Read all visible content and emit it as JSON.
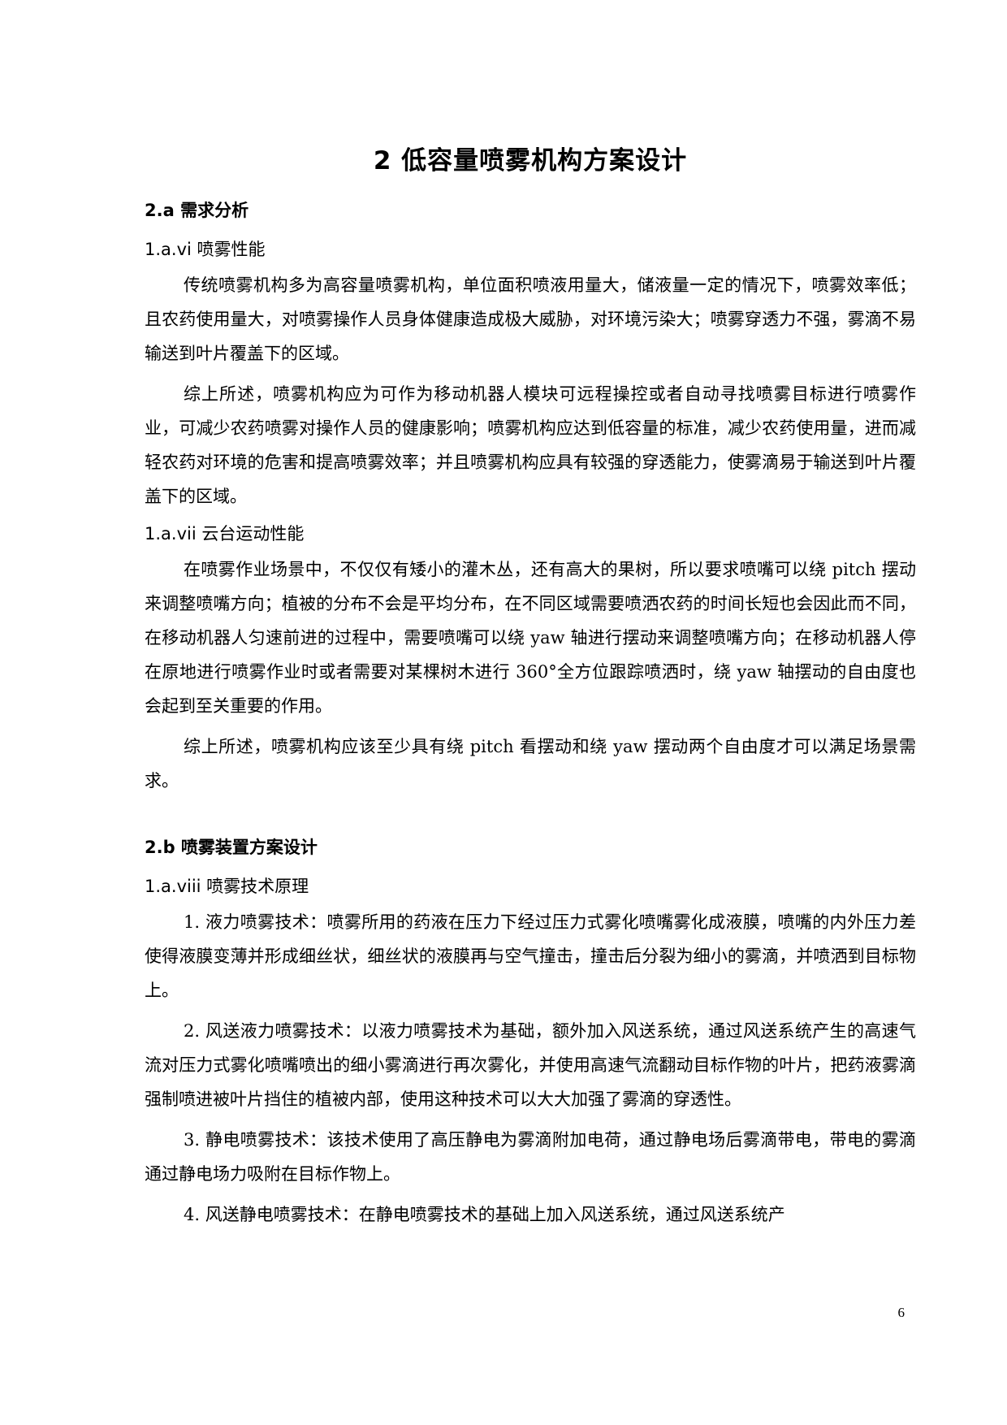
{
  "chapter": {
    "title": "2  低容量喷雾机构方案设计"
  },
  "sections": {
    "a": {
      "heading": "2.a 需求分析",
      "sub1": {
        "heading": "1.a.vi 喷雾性能",
        "p1": "传统喷雾机构多为高容量喷雾机构，单位面积喷液用量大，储液量一定的情况下，喷雾效率低；且农药使用量大，对喷雾操作人员身体健康造成极大威胁，对环境污染大；喷雾穿透力不强，雾滴不易输送到叶片覆盖下的区域。",
        "p2": "综上所述，喷雾机构应为可作为移动机器人模块可远程操控或者自动寻找喷雾目标进行喷雾作业，可减少农药喷雾对操作人员的健康影响；喷雾机构应达到低容量的标准，减少农药使用量，进而减轻农药对环境的危害和提高喷雾效率；并且喷雾机构应具有较强的穿透能力，使雾滴易于输送到叶片覆盖下的区域。"
      },
      "sub2": {
        "heading": "1.a.vii 云台运动性能",
        "p1": "在喷雾作业场景中，不仅仅有矮小的灌木丛，还有高大的果树，所以要求喷嘴可以绕 pitch 摆动来调整喷嘴方向；植被的分布不会是平均分布，在不同区域需要喷洒农药的时间长短也会因此而不同，在移动机器人匀速前进的过程中，需要喷嘴可以绕 yaw 轴进行摆动来调整喷嘴方向；在移动机器人停在原地进行喷雾作业时或者需要对某棵树木进行 360°全方位跟踪喷洒时，绕 yaw 轴摆动的自由度也会起到至关重要的作用。",
        "p2": "综上所述，喷雾机构应该至少具有绕 pitch 看摆动和绕 yaw 摆动两个自由度才可以满足场景需求。"
      }
    },
    "b": {
      "heading": "2.b 喷雾装置方案设计",
      "sub1": {
        "heading": "1.a.viii 喷雾技术原理",
        "p1": "1. 液力喷雾技术：喷雾所用的药液在压力下经过压力式雾化喷嘴雾化成液膜，喷嘴的内外压力差使得液膜变薄并形成细丝状，细丝状的液膜再与空气撞击，撞击后分裂为细小的雾滴，并喷洒到目标物上。",
        "p2": "2. 风送液力喷雾技术：以液力喷雾技术为基础，额外加入风送系统，通过风送系统产生的高速气流对压力式雾化喷嘴喷出的细小雾滴进行再次雾化，并使用高速气流翻动目标作物的叶片，把药液雾滴强制喷进被叶片挡住的植被内部，使用这种技术可以大大加强了雾滴的穿透性。",
        "p3": "3. 静电喷雾技术：该技术使用了高压静电为雾滴附加电荷，通过静电场后雾滴带电，带电的雾滴通过静电场力吸附在目标作物上。",
        "p4": "4. 风送静电喷雾技术：在静电喷雾技术的基础上加入风送系统，通过风送系统产"
      }
    }
  },
  "footer": {
    "page_number": "6"
  }
}
